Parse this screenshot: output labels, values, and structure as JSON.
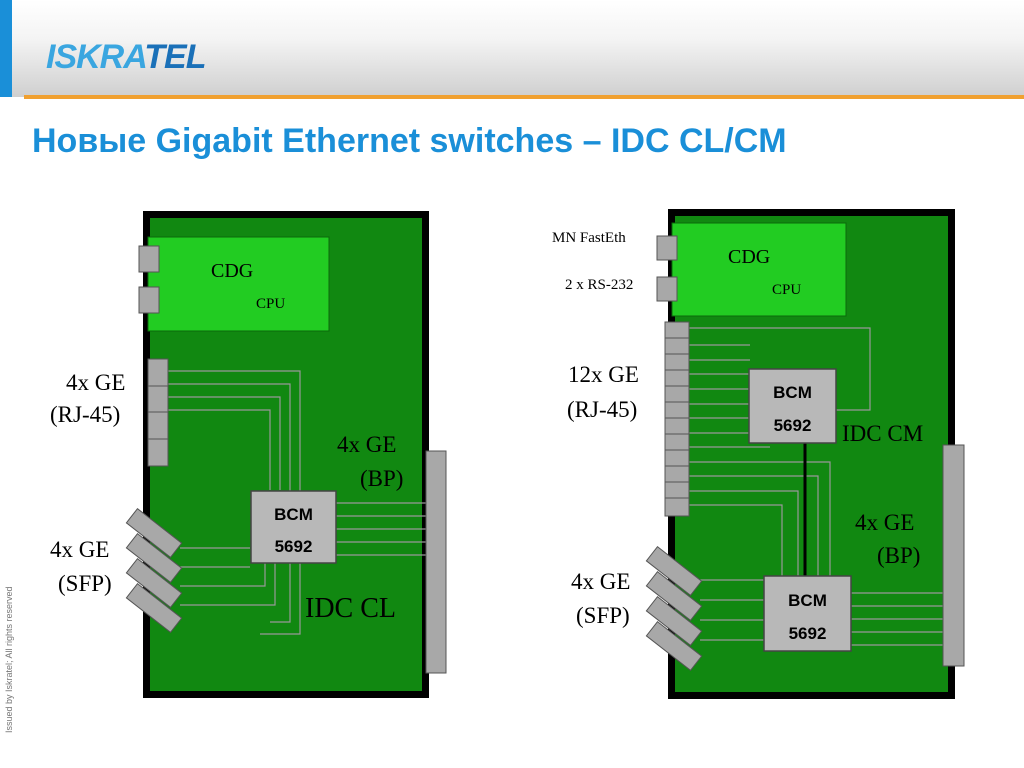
{
  "header": {
    "logo_part1": "ISKRA",
    "logo_part2": "TEL",
    "accent_color": "#1a8fd8",
    "line_color": "#f0a030"
  },
  "title": "Новые Gigabit Ethernet switches – IDC CL/CM",
  "side_note": "Issued by Iskratel; All rights reserved",
  "colors": {
    "board": "#118811",
    "cpu_block": "#22cc22",
    "port": "#a8a8a8",
    "chip": "#b8b8b8"
  },
  "left_diagram": {
    "cdg_label": "CDG",
    "cpu_label": "CPU",
    "rj45_label_line1": "4x GE",
    "rj45_label_line2": "(RJ-45)",
    "sfp_label_line1": "4x GE",
    "sfp_label_line2": "(SFP)",
    "bp_label_line1": "4x GE",
    "bp_label_line2": "(BP)",
    "chip_line1": "BCM",
    "chip_line2": "5692",
    "board_name": "IDC CL"
  },
  "right_diagram": {
    "mn_label": "MN FastEth",
    "rs232_label": "2 x RS-232",
    "cdg_label": "CDG",
    "cpu_label": "CPU",
    "rj45_label_line1": "12x GE",
    "rj45_label_line2": "(RJ-45)",
    "chip1_line1": "BCM",
    "chip1_line2": "5692",
    "board_name": "IDC CM",
    "bp_label_line1": "4x GE",
    "bp_label_line2": "(BP)",
    "sfp_label_line1": "4x GE",
    "sfp_label_line2": "(SFP)",
    "chip2_line1": "BCM",
    "chip2_line2": "5692"
  }
}
